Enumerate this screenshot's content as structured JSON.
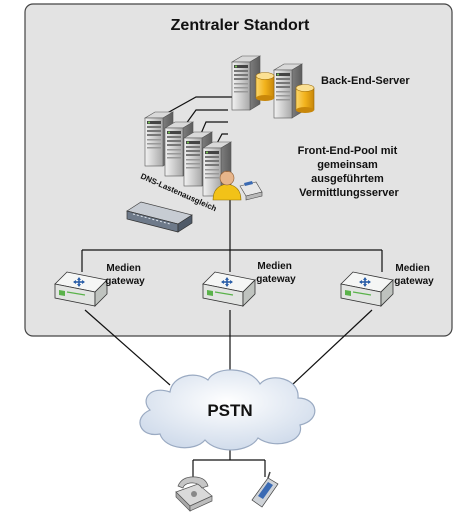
{
  "diagram": {
    "site_title": "Zentraler Standort",
    "backend_label": "Back-End-Server",
    "frontend_lines": [
      "Front-End-Pool mit",
      "gemeinsam",
      "ausgeführtem",
      "Vermittlungsserver"
    ],
    "dns_label": "DNS-Lastenausgleich",
    "gateways": [
      {
        "line1": "Medien",
        "line2": "gateway"
      },
      {
        "line1": "Medien",
        "line2": "gateway"
      },
      {
        "line1": "Medien",
        "line2": "gateway"
      }
    ],
    "cloud_label": "PSTN"
  },
  "colors": {
    "site_fill": "#e3e3e3",
    "site_border": "#444444",
    "server_body": "#c9c9c9",
    "database": "#f2b21b",
    "cloud_fill": "#dfe7f2",
    "gateway_fill": "#eef0ef",
    "gateway_led": "#5ab24a",
    "gateway_icon": "#2c5fa8"
  }
}
